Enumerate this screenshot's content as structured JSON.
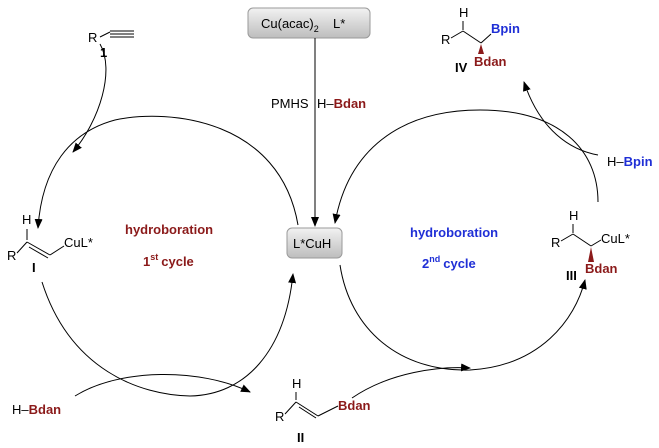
{
  "catalyst_box": {
    "precursor": "Cu(acac)",
    "precursor_sub": "2",
    "ligand": "L*"
  },
  "hydride_box": {
    "label": "L*CuH"
  },
  "reductant": {
    "pmhs": "PMHS",
    "h_dash": "H–",
    "bdan": "Bdan"
  },
  "cycle_1": {
    "title": "hydroboration",
    "num": "1",
    "sup": "st",
    "word": "cycle"
  },
  "cycle_2": {
    "title": "hydroboration",
    "num": "2",
    "sup": "nd",
    "word": "cycle"
  },
  "alkyne": {
    "r": "R",
    "label": "1"
  },
  "intermediate_I": {
    "h": "H",
    "r": "R",
    "metal": "CuL*",
    "label": "I"
  },
  "intermediate_II": {
    "h": "H",
    "r": "R",
    "boron": "Bdan",
    "label": "II"
  },
  "intermediate_III": {
    "h": "H",
    "r": "R",
    "metal": "CuL*",
    "boron": "Bdan",
    "label": "III"
  },
  "product_IV": {
    "h": "H",
    "r": "R",
    "bpin": "Bpin",
    "bdan": "Bdan",
    "label": "IV"
  },
  "reagent_hbdan": {
    "h_dash": "H–",
    "bdan": "Bdan"
  },
  "reagent_hbpin": {
    "h_dash": "H–",
    "bpin": "Bpin"
  },
  "colors": {
    "bdan": "#8b1a1a",
    "bpin": "#1f2fd6",
    "cycle1": "#8b1a1a",
    "cycle2": "#1f2fd6"
  }
}
